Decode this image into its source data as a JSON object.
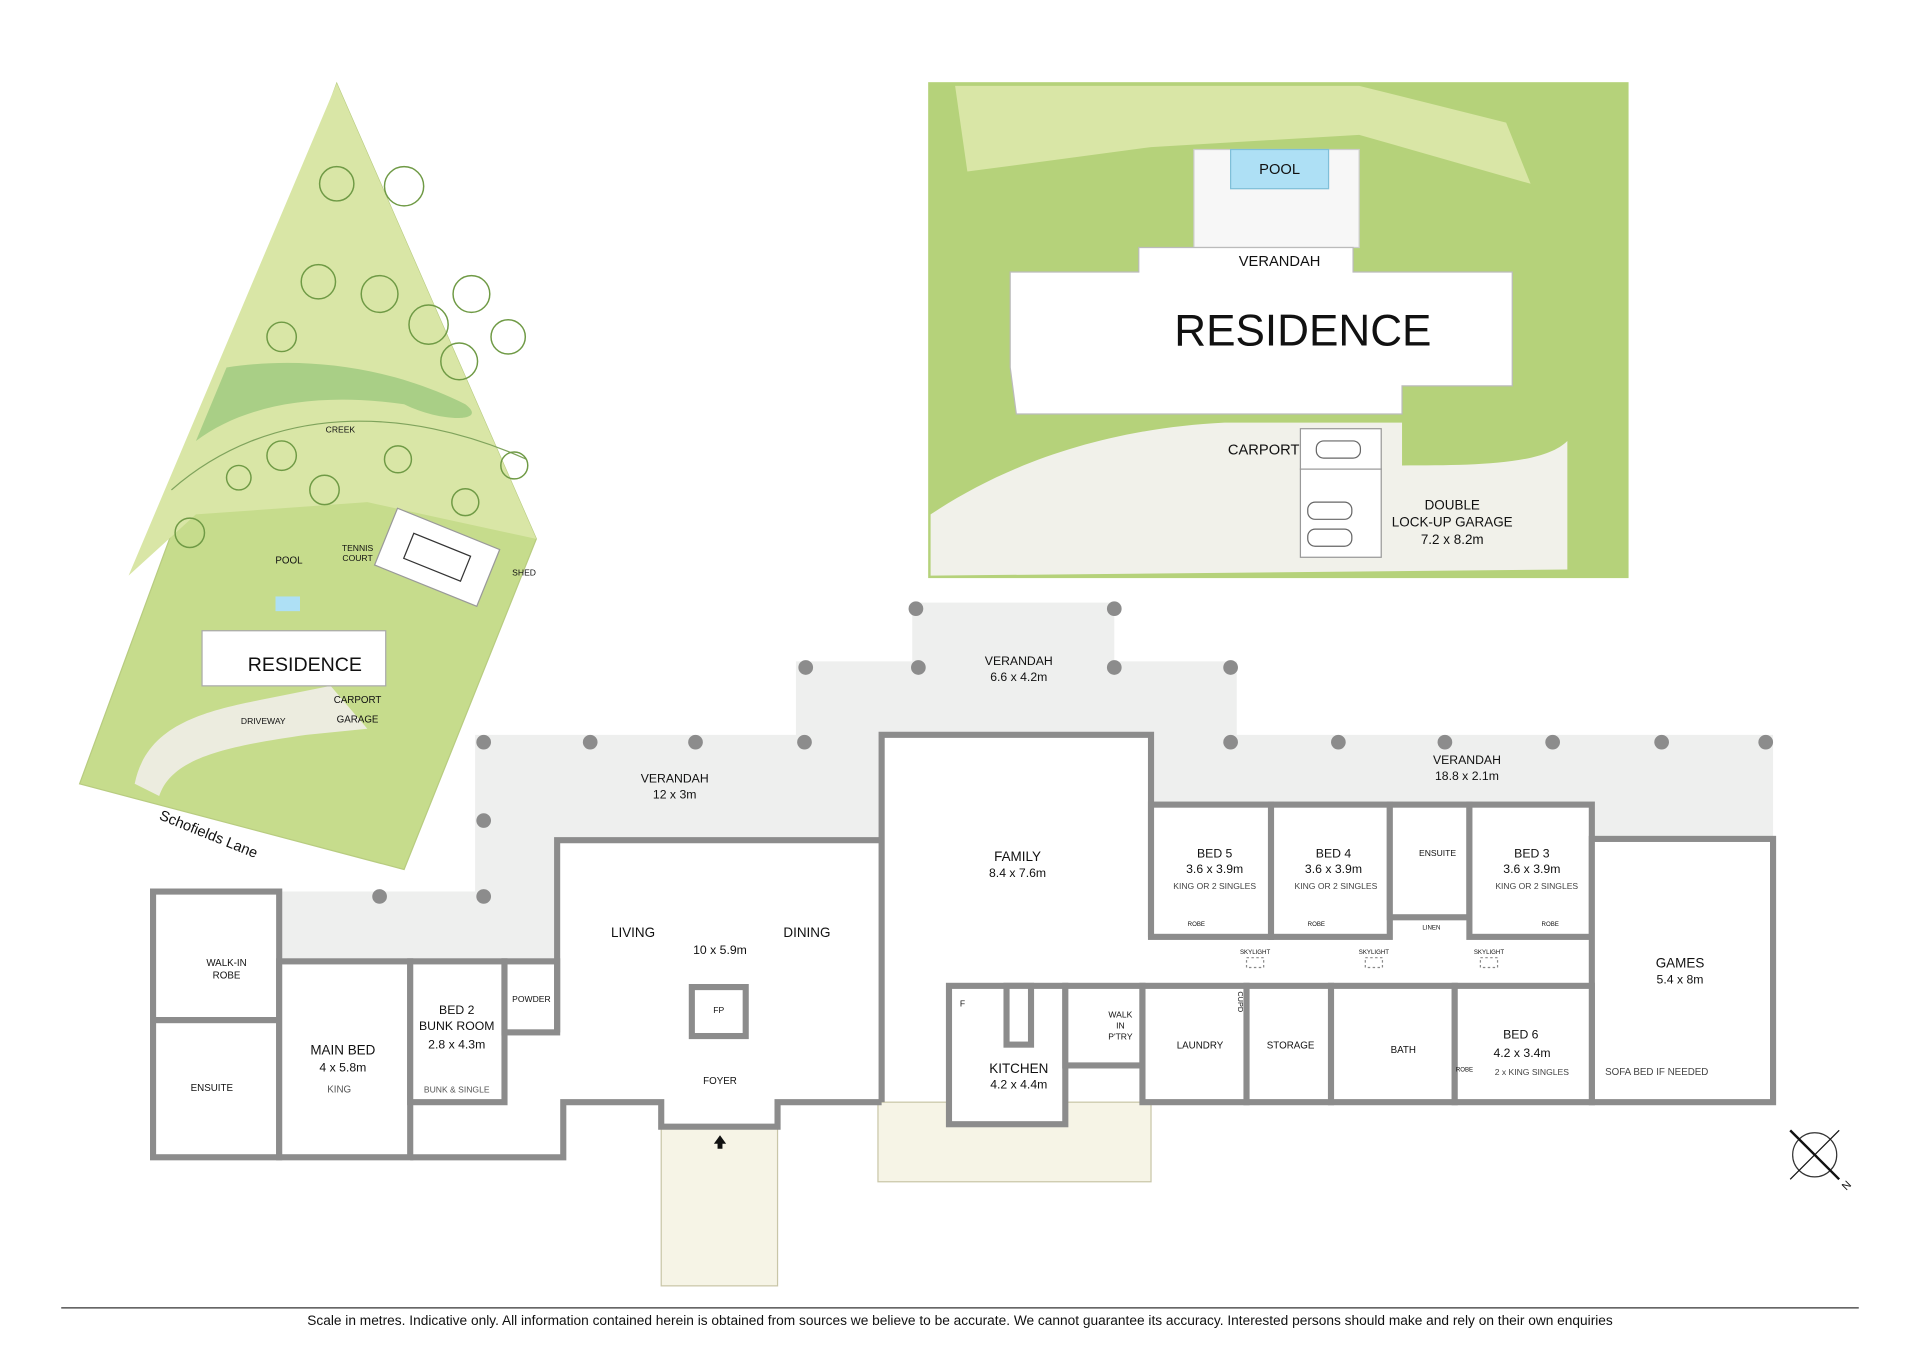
{
  "site": {
    "creek": "CREEK",
    "pool": "POOL",
    "tennis": "TENNIS",
    "court": "COURT",
    "shed": "SHED",
    "residence": "RESIDENCE",
    "carport": "CARPORT",
    "driveway": "DRIVEWAY",
    "garage": "GARAGE",
    "lane": "Schofields Lane"
  },
  "aerial": {
    "pool": "POOL",
    "verandah": "VERANDAH",
    "residence": "RESIDENCE",
    "carport": "CARPORT",
    "garage_l1": "DOUBLE",
    "garage_l2": "LOCK-UP GARAGE",
    "garage_size": "7.2 x 8.2m"
  },
  "plan": {
    "verandah_top": {
      "name": "VERANDAH",
      "size": "6.6 x 4.2m"
    },
    "verandah_left": {
      "name": "VERANDAH",
      "size": "12 x 3m"
    },
    "verandah_right": {
      "name": "VERANDAH",
      "size": "18.8 x 2.1m"
    },
    "family": {
      "name": "FAMILY",
      "size": "8.4 x 7.6m"
    },
    "living": "LIVING",
    "dining": "DINING",
    "living_size": "10 x 5.9m",
    "fp": "FP",
    "foyer": "FOYER",
    "walkin_robe_1": "WALK-IN",
    "walkin_robe_2": "ROBE",
    "ensuite": "ENSUITE",
    "main_bed": {
      "name": "MAIN BED",
      "size": "4 x 5.8m",
      "note": "KING"
    },
    "bed2": {
      "name1": "BED 2",
      "name2": "BUNK ROOM",
      "size": "2.8 x 4.3m",
      "note": "BUNK & SINGLE"
    },
    "powder": "POWDER",
    "kitchen": {
      "name": "KITCHEN",
      "size": "4.2 x 4.4m",
      "fridge": "F"
    },
    "pantry": [
      "WALK",
      "IN",
      "P'TRY"
    ],
    "laundry": "LAUNDRY",
    "cupd": "CUPD",
    "storage": "STORAGE",
    "bath": "BATH",
    "bed5": {
      "name": "BED 5",
      "size": "3.6 x 3.9m",
      "note": "KING OR 2 SINGLES",
      "robe": "ROBE"
    },
    "bed4": {
      "name": "BED 4",
      "size": "3.6 x 3.9m",
      "note": "KING OR 2 SINGLES",
      "robe": "ROBE"
    },
    "bed3": {
      "name": "BED 3",
      "size": "3.6 x 3.9m",
      "note": "KING OR 2 SINGLES",
      "robe": "ROBE"
    },
    "ensuite2": "ENSUITE",
    "linen": "LINEN",
    "skylight": "SKYLIGHT",
    "bed6": {
      "name": "BED 6",
      "size": "4.2 x 3.4m",
      "note": "2 x KING SINGLES",
      "robe": "ROBE"
    },
    "games": {
      "name": "GAMES",
      "size": "5.4 x 8m",
      "note": "SOFA BED IF NEEDED"
    },
    "compass": "N"
  },
  "footer": "Scale in metres. Indicative only. All information contained herein is obtained from sources we believe to be accurate. We cannot guarantee its accuracy. Interested persons should make and rely on their own enquiries",
  "colors": {
    "lawn": "#c6dc8c",
    "bush": "#d9e6a6",
    "wall": "#8c8c8c",
    "verandah": "#eeefee",
    "pool": "#aee0f5"
  }
}
